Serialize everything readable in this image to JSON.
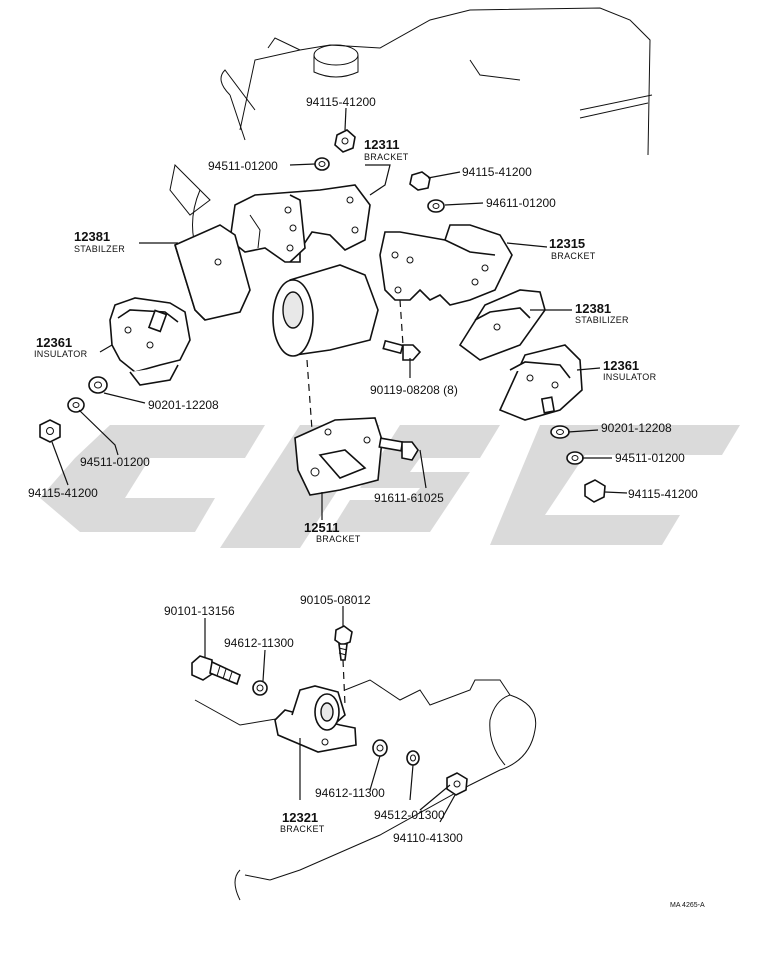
{
  "diagram": {
    "parts": {
      "bracket_12311": {
        "number": "12311",
        "name": "BRACKET"
      },
      "stabilizer_left": {
        "number": "12381",
        "name": "STABILZER"
      },
      "insulator_left": {
        "number": "12361",
        "name": "INSULATOR"
      },
      "bracket_12315": {
        "number": "12315",
        "name": "BRACKET"
      },
      "stabilizer_right": {
        "number": "12381",
        "name": "STABILIZER"
      },
      "insulator_right": {
        "number": "12361",
        "name": "INSULATOR"
      },
      "bracket_12511": {
        "number": "12511",
        "name": "BRACKET"
      },
      "bracket_12321": {
        "number": "12321",
        "name": "BRACKET"
      }
    },
    "fasteners": {
      "nut_top": "94115-41200",
      "washer_top_left": "94511-01200",
      "nut_top_right": "94115-41200",
      "washer_top_right": "94611-01200",
      "washer_left_1": "90201-12208",
      "washer_left_2": "94511-01200",
      "nut_left": "94115-41200",
      "bolt_center": "90119-08208 (8)",
      "bolt_right": "91611-61025",
      "washer_right_1": "90201-12208",
      "washer_right_2": "94511-01200",
      "nut_right": "94115-41200",
      "bolt_lower_left": "90101-13156",
      "washer_lower_left": "94612-11300",
      "bolt_lower_top": "90105-08012",
      "washer_lower_right": "94612-11300",
      "washer_lower_right2": "94512-01300",
      "nut_lower_right": "94110-41300"
    },
    "figure_code": "MA 4265-A",
    "watermark_color": "#d4d4d4"
  }
}
